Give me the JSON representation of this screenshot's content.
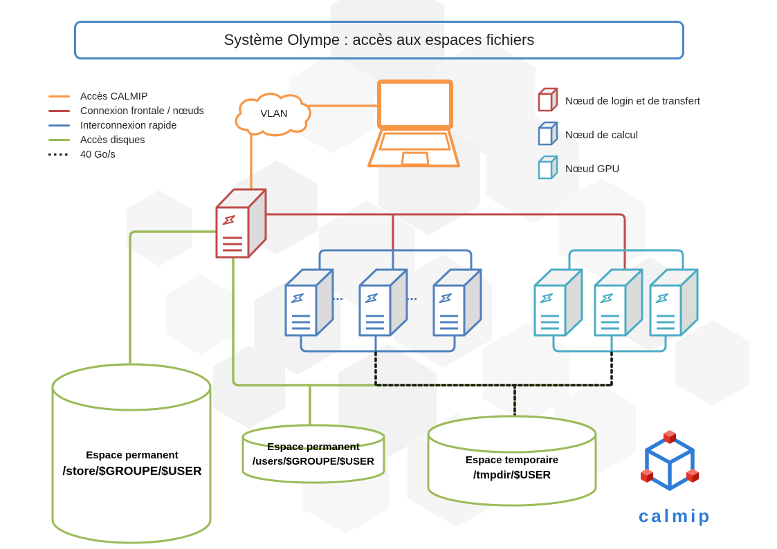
{
  "title": "Système Olympe : accès aux espaces fichiers",
  "legend_lines": {
    "items": [
      {
        "label": "Accès CALMIP",
        "color": "#F79646",
        "style": "solid"
      },
      {
        "label": "Connexion frontale / nœuds",
        "color": "#BE4B48",
        "style": "solid"
      },
      {
        "label": "Interconnexion rapide",
        "color": "#4F81BD",
        "style": "solid"
      },
      {
        "label": "Accès disques",
        "color": "#9BBB59",
        "style": "solid"
      },
      {
        "label": "40 Go/s",
        "color": "#1A1A1A",
        "style": "dotted"
      }
    ]
  },
  "legend_nodes": {
    "items": [
      {
        "label": "Nœud de login et de transfert",
        "color": "#BE4B48"
      },
      {
        "label": "Nœud de calcul",
        "color": "#4F81BD"
      },
      {
        "label": "Nœud GPU",
        "color": "#4BACC6"
      }
    ]
  },
  "network": {
    "vlan_label": "VLAN"
  },
  "cluster": {
    "ellipsis": "..."
  },
  "storage": {
    "store": {
      "line1": "Espace permanent",
      "line2": "/store/$GROUPE/$USER"
    },
    "users": {
      "line1": "Espace permanent",
      "line2": "/users/$GROUPE/$USER"
    },
    "tmpdir": {
      "line1": "Espace temporaire",
      "line2": "/tmpdir/$USER"
    }
  },
  "logo": {
    "wordmark": "calmip",
    "blue": "#2F7CD6",
    "red": "#D6281E"
  },
  "colors": {
    "orange": "#F79646",
    "red": "#BE4B48",
    "blue": "#4F81BD",
    "cyan": "#4BACC6",
    "green": "#9BBB59",
    "dotted": "#1A1A1A",
    "title_border": "#4A86C8",
    "logo_blue": "#2F7CD6",
    "logo_red": "#D6281E"
  }
}
